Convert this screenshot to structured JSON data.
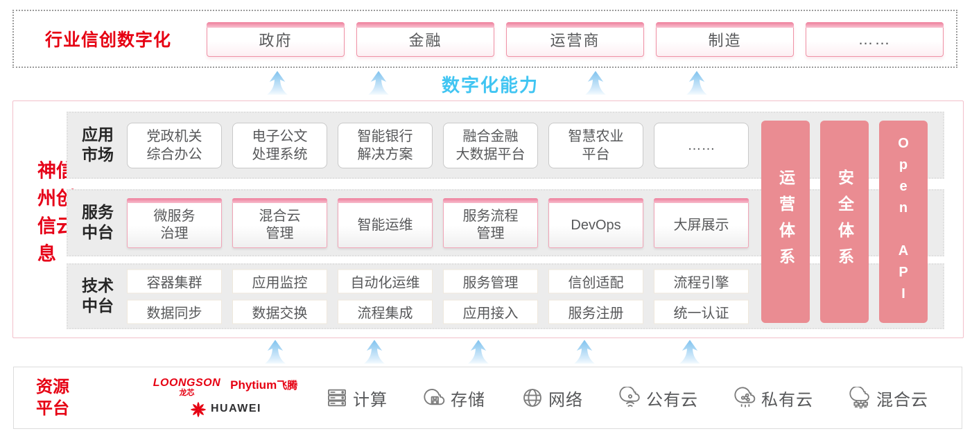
{
  "top": {
    "label": "行业信创数字化",
    "industries": [
      "政府",
      "金融",
      "运营商",
      "制造",
      "……"
    ]
  },
  "capability_label": "数字化能力",
  "platform": {
    "title": "神州信息信创云",
    "rows": {
      "app": {
        "label": "应用\n市场",
        "items": [
          "党政机关\n综合办公",
          "电子公文\n处理系统",
          "智能银行\n解决方案",
          "融合金融\n大数据平台",
          "智慧农业\n平台",
          "……"
        ]
      },
      "service": {
        "label": "服务\n中台",
        "items": [
          "微服务\n治理",
          "混合云\n管理",
          "智能运维",
          "服务流程\n管理",
          "DevOps",
          "大屏展示"
        ]
      },
      "tech": {
        "label": "技术\n中台",
        "row1": [
          "容器集群",
          "应用监控",
          "自动化运维",
          "服务管理",
          "信创适配",
          "流程引擎"
        ],
        "row2": [
          "数据同步",
          "数据交换",
          "流程集成",
          "应用接入",
          "服务注册",
          "统一认证"
        ]
      }
    },
    "pillars": [
      "运营体系",
      "安全体系",
      "Open API"
    ]
  },
  "resources": {
    "label": "资源\n平台",
    "vendors": {
      "loongson": "LOONGSON",
      "loongson_sub": "龙芯",
      "phytium": "Phytium",
      "phytium_sub": "飞腾",
      "huawei": "HUAWEI"
    },
    "items": [
      {
        "icon": "compute-icon",
        "label": "计算"
      },
      {
        "icon": "storage-icon",
        "label": "存储"
      },
      {
        "icon": "network-icon",
        "label": "网络"
      },
      {
        "icon": "public-cloud-icon",
        "label": "公有云"
      },
      {
        "icon": "private-cloud-icon",
        "label": "私有云"
      },
      {
        "icon": "hybrid-cloud-icon",
        "label": "混合云"
      }
    ]
  },
  "colors": {
    "brand_red": "#e60012",
    "pillar_pink": "#ea8c92",
    "accent_blue": "#41c5f2",
    "box_border_pink": "#ef92a6"
  }
}
